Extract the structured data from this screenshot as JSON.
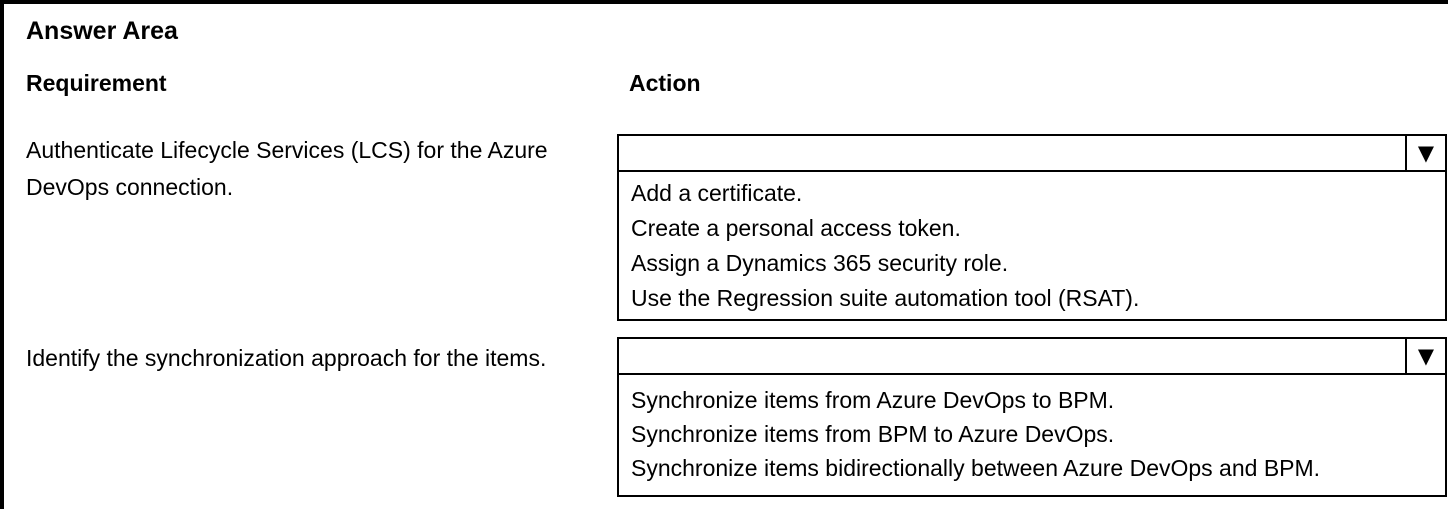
{
  "title": "Answer Area",
  "columns": {
    "requirement": "Requirement",
    "action": "Action"
  },
  "colors": {
    "border": "#000000",
    "text": "#000000",
    "background": "#ffffff"
  },
  "icons": {
    "dropdown_arrow": "▼"
  },
  "rows": [
    {
      "requirement": "Authenticate Lifecycle Services (LCS) for the Azure DevOps connection.",
      "dropdown": {
        "selected": "",
        "options": [
          "Add a certificate.",
          "Create a personal access token.",
          "Assign a Dynamics 365 security role.",
          "Use the Regression suite automation tool (RSAT)."
        ]
      }
    },
    {
      "requirement": "Identify the synchronization approach for the items.",
      "dropdown": {
        "selected": "",
        "options": [
          "Synchronize items from Azure DevOps to BPM.",
          "Synchronize items from BPM to Azure DevOps.",
          "Synchronize items bidirectionally between Azure DevOps and BPM."
        ]
      }
    }
  ]
}
